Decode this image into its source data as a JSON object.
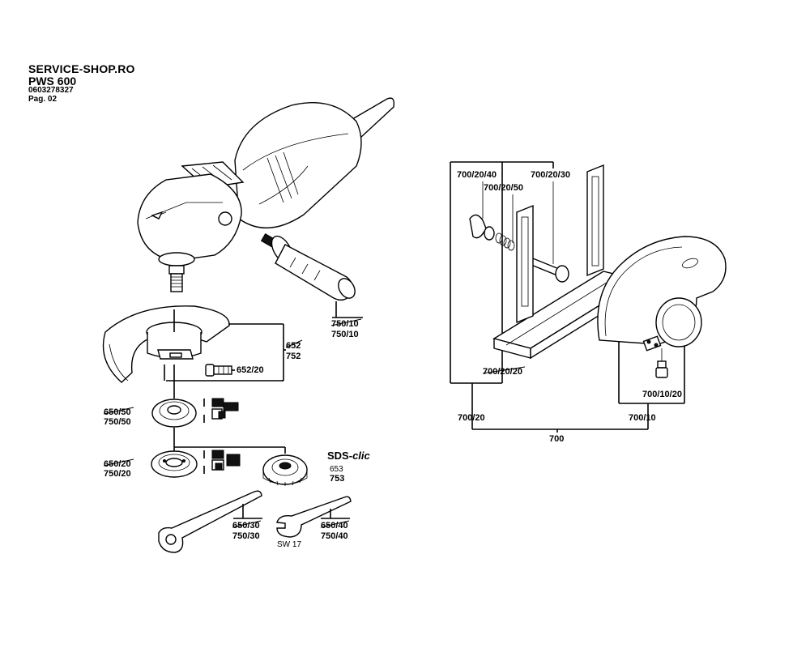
{
  "header": {
    "site": "SERVICE-SHOP.RO",
    "model": "PWS 600",
    "part_number": "0603278327",
    "page": "Pag. 02"
  },
  "labels": {
    "handle_old": "750/10",
    "handle": "750/10",
    "guard_old": "652",
    "guard": "752",
    "guard_screw": "652/20",
    "flange_upper_old": "650/50",
    "flange_upper": "750/50",
    "flange_lower_old": "650/20",
    "flange_lower": "750/20",
    "sds_brand": "SDS-",
    "sds_brand_italic": "clic",
    "sds_nut_old": "653",
    "sds_nut": "753",
    "spanner_old": "650/30",
    "spanner": "750/30",
    "spanner_sw17_size": "SW 17",
    "spanner_sw17_old": "650/40",
    "spanner_sw17": "750/40",
    "fence_wingnut": "700/20/40",
    "fence_spring": "700/20/50",
    "fence_bolt": "700/20/30",
    "fence_base_old": "700/20/20",
    "cut_guard_clamp": "700/10/20",
    "fence_assembly": "700/20",
    "cut_guard_assembly": "700/10",
    "cutting_kit": "700"
  }
}
